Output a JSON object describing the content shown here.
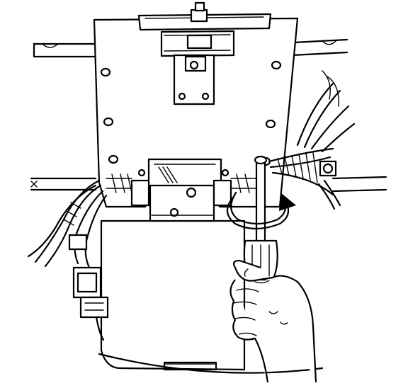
{
  "figure": {
    "kind": "line-art service illustration",
    "colors": {
      "ink": "#000000",
      "paper": "#ffffff"
    },
    "depicted_parts": [
      "overhead-console-bracket",
      "headliner-panel",
      "wiring-harness-left",
      "wiring-harness-right",
      "harness-connector",
      "mounting-screws",
      "retaining-clips",
      "center-latch",
      "screwdriver",
      "rotation-arrow",
      "hand"
    ]
  }
}
